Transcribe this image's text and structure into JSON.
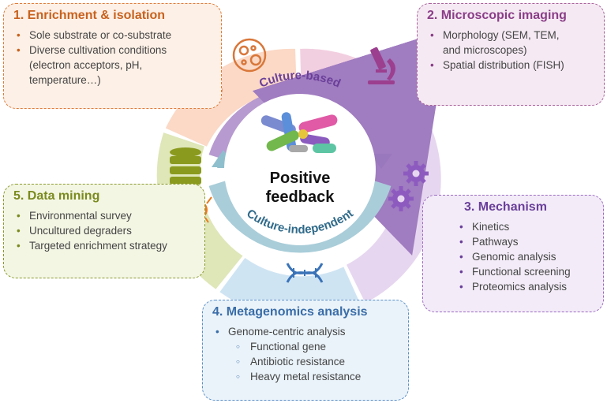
{
  "center": {
    "title_line1": "Positive",
    "title_line2": "feedback",
    "arc_top": "Culture-based",
    "arc_bottom": "Culture-independent"
  },
  "sections": {
    "s1": {
      "title": "1. Enrichment & isolation",
      "items": [
        "Sole substrate or co-substrate",
        "Diverse cultivation conditions",
        "(electron acceptors, pH,",
        "temperature…)"
      ]
    },
    "s2": {
      "title": "2. Microscopic imaging",
      "items": [
        "Morphology (SEM, TEM,",
        "and microscopes)",
        "Spatial distribution (FISH)"
      ]
    },
    "s3": {
      "title": "3. Mechanism",
      "items": [
        "Kinetics",
        "Pathways",
        "Genomic analysis",
        "Functional screening",
        "Proteomics analysis"
      ]
    },
    "s4": {
      "title": "4. Metagenomics analysis",
      "items": [
        "Genome-centric analysis"
      ],
      "subitems": [
        "Functional gene",
        "Antibiotic resistance",
        "Heavy metal resistance"
      ]
    },
    "s5": {
      "title": "5. Data mining",
      "items": [
        "Environmental survey",
        "Uncultured degraders",
        "Targeted enrichment strategy"
      ]
    }
  },
  "colors": {
    "s1": "#fbd9c6",
    "s2": "#f2cfe0",
    "s3": "#e7d6f0",
    "s4": "#cfe4f3",
    "s5": "#dfe6b8",
    "arc_top": "#b79ad0",
    "arc_bottom": "#a9cdd9"
  },
  "icons": [
    "flask-icon",
    "petri-dish-icon",
    "microscope-icon",
    "gears-icon",
    "dna-icon",
    "database-icon",
    "bacteria-cartoon-icon",
    "bacteria-cluster-icon"
  ]
}
